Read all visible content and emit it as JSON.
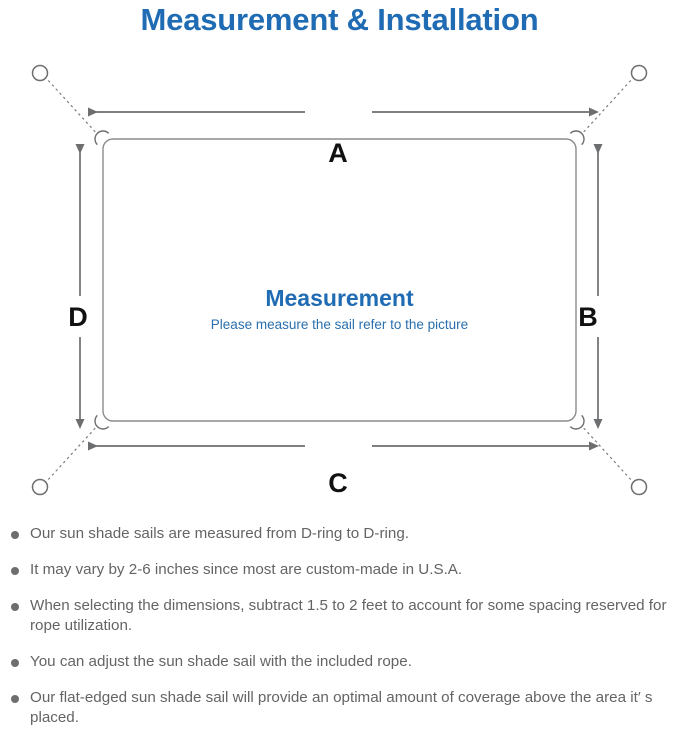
{
  "page": {
    "title": "Measurement & Installation",
    "title_color": "#1f6cb4"
  },
  "diagram": {
    "name": "sun-shade-sail-measurement-diagram",
    "center": {
      "heading": "Measurement",
      "subheading": "Please measure the sail refer to the picture",
      "heading_color": "#1f6cb4",
      "subheading_color": "#2a6fae"
    },
    "dimension_labels": {
      "top": "A",
      "right": "B",
      "bottom": "C",
      "left": "D"
    },
    "label_color": "#111111",
    "line_color": "#6d6e70",
    "sail_edge_color": "#808285",
    "anchor_ring_count": 4,
    "d_ring_count": 4
  },
  "notes": {
    "bullet_color": "#6d6e70",
    "items": [
      "Our sun shade sails are measured from D-ring to D-ring.",
      "It may vary by 2-6 inches since most are custom-made in U.S.A.",
      "When selecting the dimensions, subtract 1.5 to 2 feet to account for some spacing reserved for rope utilization.",
      "You can adjust the sun shade sail with the included rope.",
      "Our flat-edged sun shade sail will provide an optimal amount of coverage above the area it′ s placed."
    ]
  }
}
